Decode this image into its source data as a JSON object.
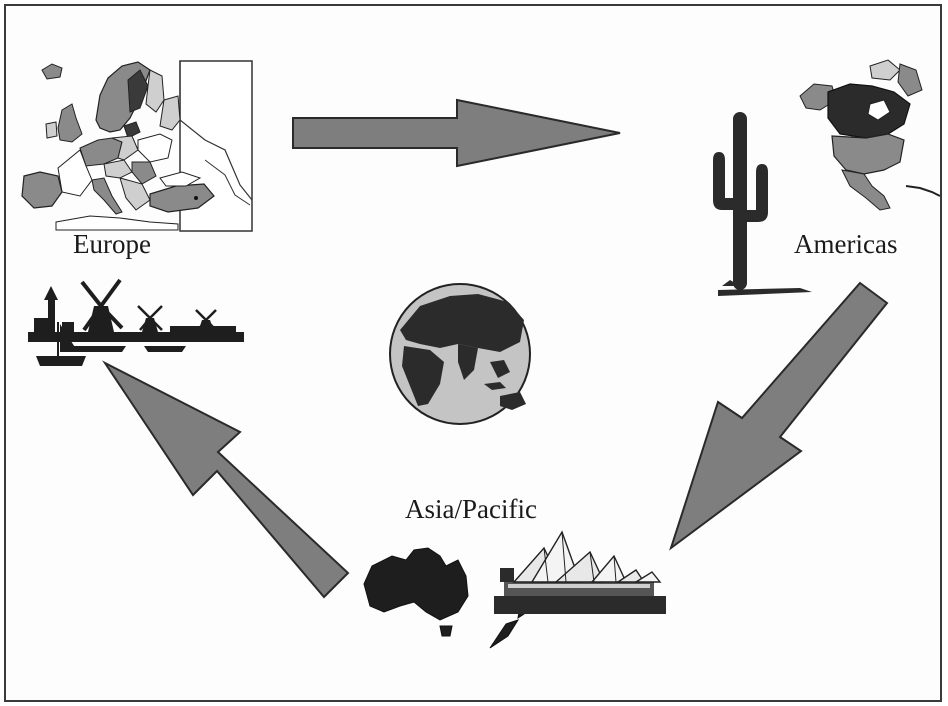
{
  "regions": {
    "europe": {
      "label": "Europe"
    },
    "americas": {
      "label": "Americas"
    },
    "asia_pacific": {
      "label": "Asia/Pacific"
    }
  },
  "flow": [
    {
      "from": "Europe",
      "to": "Americas"
    },
    {
      "from": "Americas",
      "to": "Asia/Pacific"
    },
    {
      "from": "Asia/Pacific",
      "to": "Europe"
    }
  ],
  "colors": {
    "arrow_fill": "#7e7e7e",
    "arrow_stroke": "#2a2a2a",
    "land_dark": "#2b2b2b",
    "land_mid": "#8a8a8a",
    "land_light": "#cfcfcf",
    "ocean": "#c4c4c4"
  },
  "icons": [
    "europe-map-icon",
    "americas-map-icon",
    "cactus-icon",
    "globe-icon",
    "windmills-icon",
    "australia-map-icon",
    "opera-house-icon"
  ]
}
